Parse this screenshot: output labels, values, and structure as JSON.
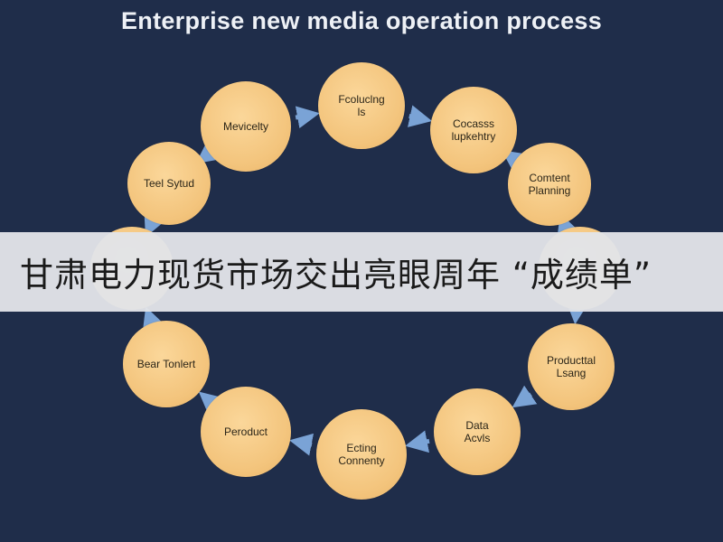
{
  "title": "Enterprise new media operation process",
  "nodes": [
    {
      "label": "Fcoluclng\nls"
    },
    {
      "label": "Cocasss\nlupkehtry"
    },
    {
      "label": "Comtent\nPlanning"
    },
    {
      "label": ""
    },
    {
      "label": "Producttal\nLsang"
    },
    {
      "label": "Data\nAcvls"
    },
    {
      "label": "Ecting\nConnenty"
    },
    {
      "label": "Peroduct"
    },
    {
      "label": "Bear Tonlert"
    },
    {
      "label": ""
    },
    {
      "label": "Teel Sytud"
    },
    {
      "label": "Mevicelty"
    }
  ],
  "banner": {
    "text": "甘肃电力现货市场交出亮眼周年 “成绩单”"
  },
  "colors": {
    "background": "#1f2d4a",
    "node": "#f3c47c",
    "arrow": "#7aa3d6",
    "banner": "#e2e4e8"
  }
}
